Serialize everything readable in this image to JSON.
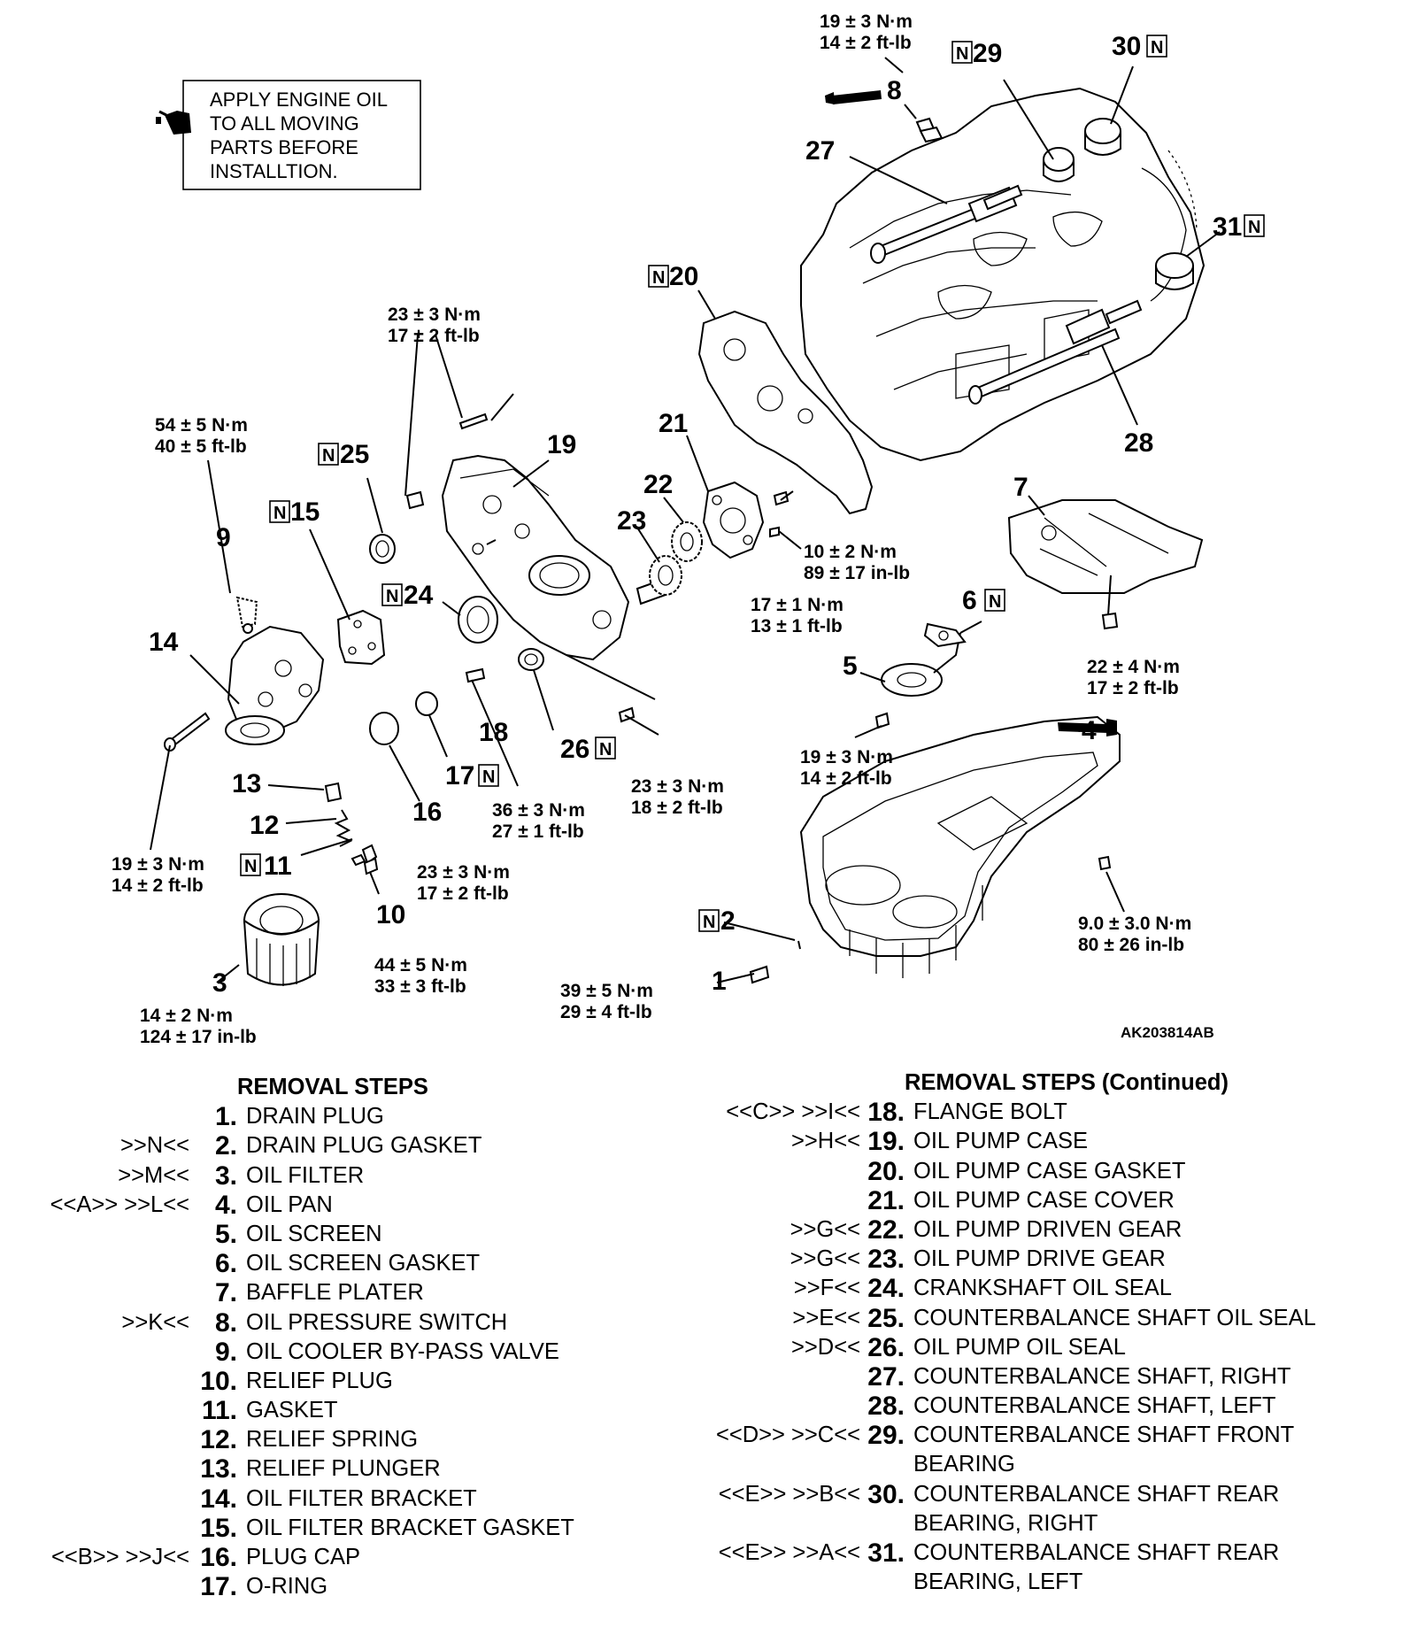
{
  "note_box": {
    "icon": "oil-can-icon",
    "lines": [
      "APPLY ENGINE OIL",
      "TO ALL MOVING",
      "PARTS BEFORE",
      "INSTALLTION."
    ]
  },
  "n_marker": "N",
  "figure_code": "AK203814AB",
  "part_numbers": {
    "p1": "1",
    "p2": "2",
    "p3": "3",
    "p4": "4",
    "p5": "5",
    "p6": "6",
    "p7": "7",
    "p8": "8",
    "p9": "9",
    "p10": "10",
    "p11": "11",
    "p12": "12",
    "p13": "13",
    "p14": "14",
    "p15": "15",
    "p16": "16",
    "p17": "17",
    "p18": "18",
    "p19": "19",
    "p20": "20",
    "p21": "21",
    "p22": "22",
    "p23": "23",
    "p24": "24",
    "p25": "25",
    "p26": "26",
    "p27": "27",
    "p28": "28",
    "p29": "29",
    "p30": "30",
    "p31": "31"
  },
  "torques": {
    "t_switch": [
      "19 ± 3 N·m",
      "14 ± 2 ft-lb"
    ],
    "t_case_top": [
      "23 ± 3 N·m",
      "17 ± 2 ft-lb"
    ],
    "t_bypass": [
      "54 ± 5 N·m",
      "40 ± 5 ft-lb"
    ],
    "t_cover_small": [
      "10 ± 2 N·m",
      "89 ± 17 in-lb"
    ],
    "t_cover": [
      "17 ± 1 N·m",
      "13 ± 1 ft-lb"
    ],
    "t_baffle": [
      "22 ± 4 N·m",
      "17 ± 2 ft-lb"
    ],
    "t_screen": [
      "19 ± 3 N·m",
      "14 ± 2 ft-lb"
    ],
    "t_bracket": [
      "19 ± 3 N·m",
      "14 ± 2 ft-lb"
    ],
    "t_flange": [
      "36 ± 3 N·m",
      "27 ± 1 ft-lb"
    ],
    "t_case_bottom": [
      "23 ± 3 N·m",
      "18 ± 2 ft-lb"
    ],
    "t_plugcap": [
      "23 ± 3 N·m",
      "17 ± 2 ft-lb"
    ],
    "t_relief": [
      "44 ± 5 N·m",
      "33 ± 3 ft-lb"
    ],
    "t_filter": [
      "14 ± 2 N·m",
      "124 ± 17 in-lb"
    ],
    "t_drain": [
      "39 ± 5 N·m",
      "29 ± 4 ft-lb"
    ],
    "t_panbolt": [
      "9.0 ± 3.0 N·m",
      "80 ± 26 in-lb"
    ]
  },
  "removal_steps": {
    "title": "REMOVAL STEPS",
    "items": [
      {
        "marks": "",
        "num": "1.",
        "name": "DRAIN PLUG"
      },
      {
        "marks": ">>N<<",
        "num": "2.",
        "name": "DRAIN PLUG GASKET"
      },
      {
        "marks": ">>M<<",
        "num": "3.",
        "name": "OIL FILTER"
      },
      {
        "marks": "<<A>> >>L<<",
        "num": "4.",
        "name": "OIL PAN"
      },
      {
        "marks": "",
        "num": "5.",
        "name": "OIL SCREEN"
      },
      {
        "marks": "",
        "num": "6.",
        "name": "OIL SCREEN GASKET"
      },
      {
        "marks": "",
        "num": "7.",
        "name": "BAFFLE PLATER"
      },
      {
        "marks": ">>K<<",
        "num": "8.",
        "name": "OIL PRESSURE SWITCH"
      },
      {
        "marks": "",
        "num": "9.",
        "name": "OIL COOLER BY-PASS VALVE"
      },
      {
        "marks": "",
        "num": "10.",
        "name": "RELIEF PLUG"
      },
      {
        "marks": "",
        "num": "11.",
        "name": "GASKET"
      },
      {
        "marks": "",
        "num": "12.",
        "name": "RELIEF SPRING"
      },
      {
        "marks": "",
        "num": "13.",
        "name": "RELIEF PLUNGER"
      },
      {
        "marks": "",
        "num": "14.",
        "name": "OIL FILTER BRACKET"
      },
      {
        "marks": "",
        "num": "15.",
        "name": "OIL FILTER BRACKET GASKET"
      },
      {
        "marks": "<<B>> >>J<<",
        "num": "16.",
        "name": "PLUG CAP"
      },
      {
        "marks": "",
        "num": "17.",
        "name": "O-RING"
      }
    ]
  },
  "removal_steps_continued": {
    "title": "REMOVAL STEPS (Continued)",
    "items": [
      {
        "marks": "<<C>> >>I<<",
        "num": "18.",
        "name": "FLANGE BOLT"
      },
      {
        "marks": ">>H<<",
        "num": "19.",
        "name": "OIL PUMP CASE"
      },
      {
        "marks": "",
        "num": "20.",
        "name": "OIL PUMP CASE GASKET"
      },
      {
        "marks": "",
        "num": "21.",
        "name": "OIL PUMP CASE COVER"
      },
      {
        "marks": ">>G<<",
        "num": "22.",
        "name": "OIL PUMP DRIVEN GEAR"
      },
      {
        "marks": ">>G<<",
        "num": "23.",
        "name": "OIL PUMP DRIVE GEAR"
      },
      {
        "marks": ">>F<<",
        "num": "24.",
        "name": "CRANKSHAFT OIL SEAL"
      },
      {
        "marks": ">>E<<",
        "num": "25.",
        "name": "COUNTERBALANCE SHAFT OIL SEAL"
      },
      {
        "marks": ">>D<<",
        "num": "26.",
        "name": "OIL PUMP OIL SEAL"
      },
      {
        "marks": "",
        "num": "27.",
        "name": "COUNTERBALANCE SHAFT, RIGHT"
      },
      {
        "marks": "",
        "num": "28.",
        "name": "COUNTERBALANCE SHAFT, LEFT"
      },
      {
        "marks": "<<D>> >>C<<",
        "num": "29.",
        "name": "COUNTERBALANCE SHAFT FRONT BEARING"
      },
      {
        "marks": "<<E>> >>B<<",
        "num": "30.",
        "name": "COUNTERBALANCE SHAFT REAR BEARING, RIGHT"
      },
      {
        "marks": "<<E>> >>A<<",
        "num": "31.",
        "name": "COUNTERBALANCE SHAFT REAR BEARING, LEFT"
      }
    ]
  }
}
